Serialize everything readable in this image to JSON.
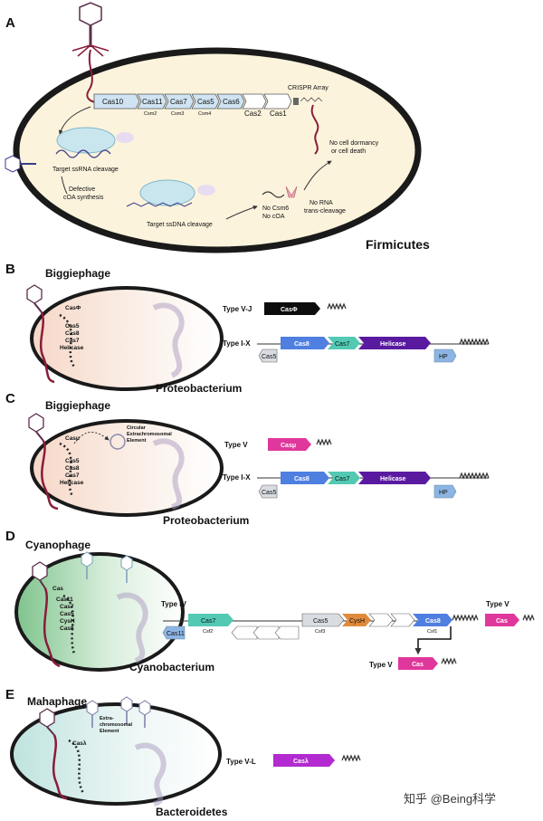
{
  "panels": {
    "A": {
      "letter": "A",
      "operon": [
        "Cas10",
        "Cas11",
        "Cas7",
        "Cas5",
        "Cas6"
      ],
      "csm": [
        "Csm2",
        "Csm3",
        "Csm4"
      ],
      "cas2": "Cas2",
      "cas1": "Cas1",
      "crispr": "CRISPR Array",
      "target_ssrna": "Target ssRNA cleavage",
      "defective": [
        "Defective",
        "cOA synthesis"
      ],
      "target_ssdna": "Target ssDNA cleavage",
      "no_csm6": [
        "No Csm6",
        "No cOA"
      ],
      "no_rna": [
        "No RNA",
        "trans-cleavage"
      ],
      "dormancy": [
        "No cell dormancy",
        "or cell death"
      ],
      "host": "Firmicutes"
    },
    "B": {
      "letter": "B",
      "phage": "Biggiephage",
      "cell_labels": [
        "CasΦ",
        "Cas5",
        "Cas8",
        "Cas7",
        "Helicase"
      ],
      "type_vj": "Type V-J",
      "casphi": "CasΦ",
      "type_ix": "Type I-X",
      "genes": [
        "Cas5",
        "Cas8",
        "Cas7",
        "Helicase",
        "HP"
      ],
      "host": "Proteobacterium"
    },
    "C": {
      "letter": "C",
      "phage": "Biggiephage",
      "cell_labels": [
        "Casμ",
        "Cas5",
        "Cas8",
        "Cas7",
        "Helicase"
      ],
      "circular": [
        "Circular",
        "Extrachromosomal",
        "Element"
      ],
      "type_v": "Type V",
      "casmu": "Casμ",
      "type_ix": "Type I-X",
      "genes": [
        "Cas5",
        "Cas8",
        "Cas7",
        "Helicase",
        "HP"
      ],
      "host": "Proteobacterium"
    },
    "D": {
      "letter": "D",
      "phage": "Cyanophage",
      "cell_labels": [
        "Cas",
        "Cas11",
        "Cas7",
        "Cas5",
        "CysH",
        "Cas8"
      ],
      "type_iv": "Type IV",
      "cas11": "Cas11",
      "cas7": "Cas7",
      "csf2": "Csf2",
      "cas5": "Cas5",
      "csf3": "Csf3",
      "cysh": "CysH",
      "cas8": "Cas8",
      "csf1": "Csf1",
      "type_v_right": "Type V",
      "cas_right": "Cas",
      "type_v_below": "Type V",
      "cas_below": "Cas",
      "host": "Cyanobacterium"
    },
    "E": {
      "letter": "E",
      "phage": "Mahaphage",
      "cell_labels": [
        "Casλ"
      ],
      "extra": [
        "Extra-",
        "chromosomal",
        "Element"
      ],
      "type_vl": "Type V-L",
      "caslambda": "Casλ",
      "host": "Bacteroidetes"
    }
  },
  "watermark": "知乎 @Being科学",
  "colors": {
    "cas8": "#4f7fe0",
    "cas7": "#53c9b4",
    "helicase": "#5a1aa0",
    "hp": "#8db5e3",
    "cas5": "#d9dde2",
    "casphi": "#0d0d0d",
    "casmu": "#e0379c",
    "caslambda": "#b22ad0",
    "cysh": "#e08a3c",
    "firmicutes_fill": "#fbf3dc",
    "cyano_fill": "#cfe8d3"
  }
}
